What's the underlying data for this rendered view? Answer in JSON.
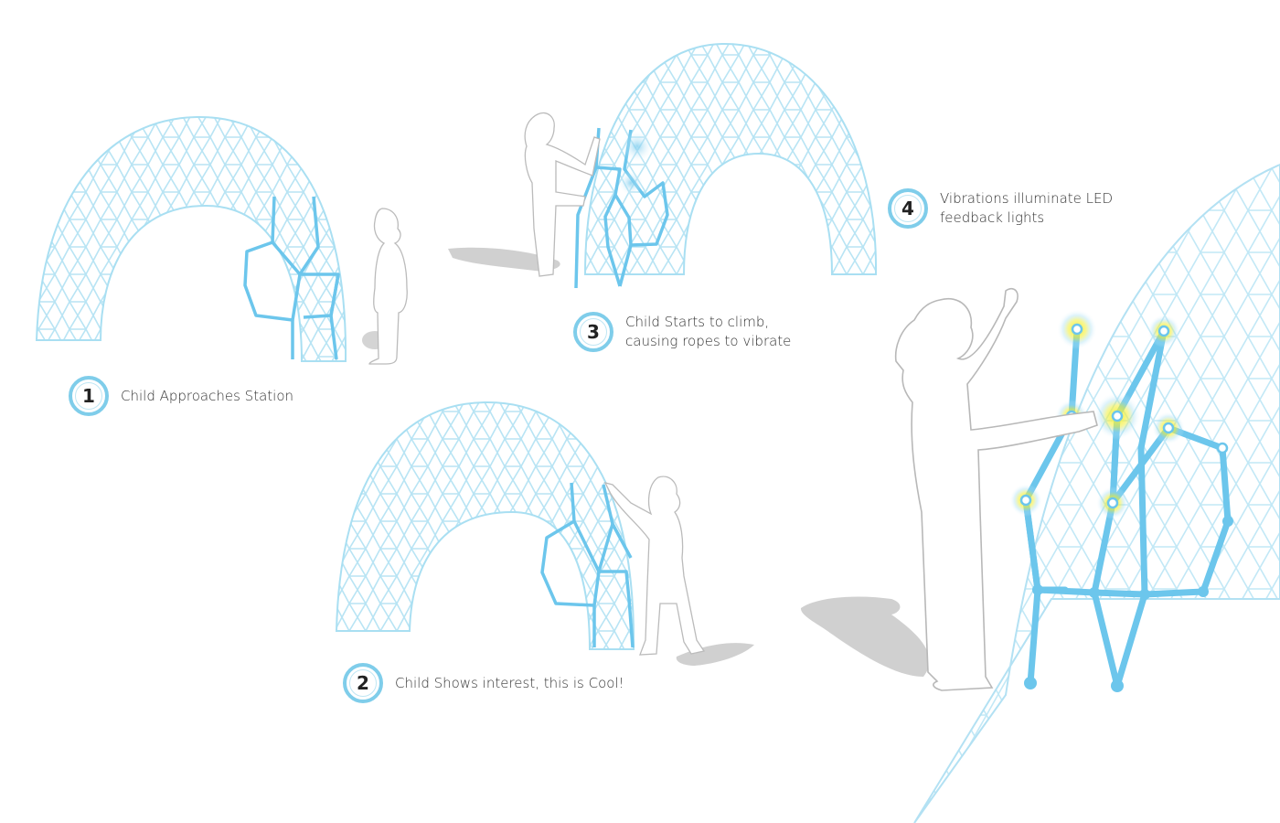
{
  "steps": [
    {
      "number": "1",
      "lines": [
        "Child Approaches Station"
      ]
    },
    {
      "number": "2",
      "lines": [
        "Child Shows interest, this is Cool!"
      ]
    },
    {
      "number": "3",
      "lines": [
        "Child Starts to climb,",
        "causing ropes to vibrate"
      ]
    },
    {
      "number": "4",
      "lines": [
        "Vibrations illuminate LED",
        "feedback lights"
      ]
    }
  ],
  "colors": {
    "dome_light": "#a9dff2",
    "rope_blue": "#6cc6ec",
    "led_yellow": "#f2ef3a",
    "silhouette": "#c8c8c8",
    "shadow": "#d0d0d0",
    "badge_ring": "#7fcdea"
  }
}
